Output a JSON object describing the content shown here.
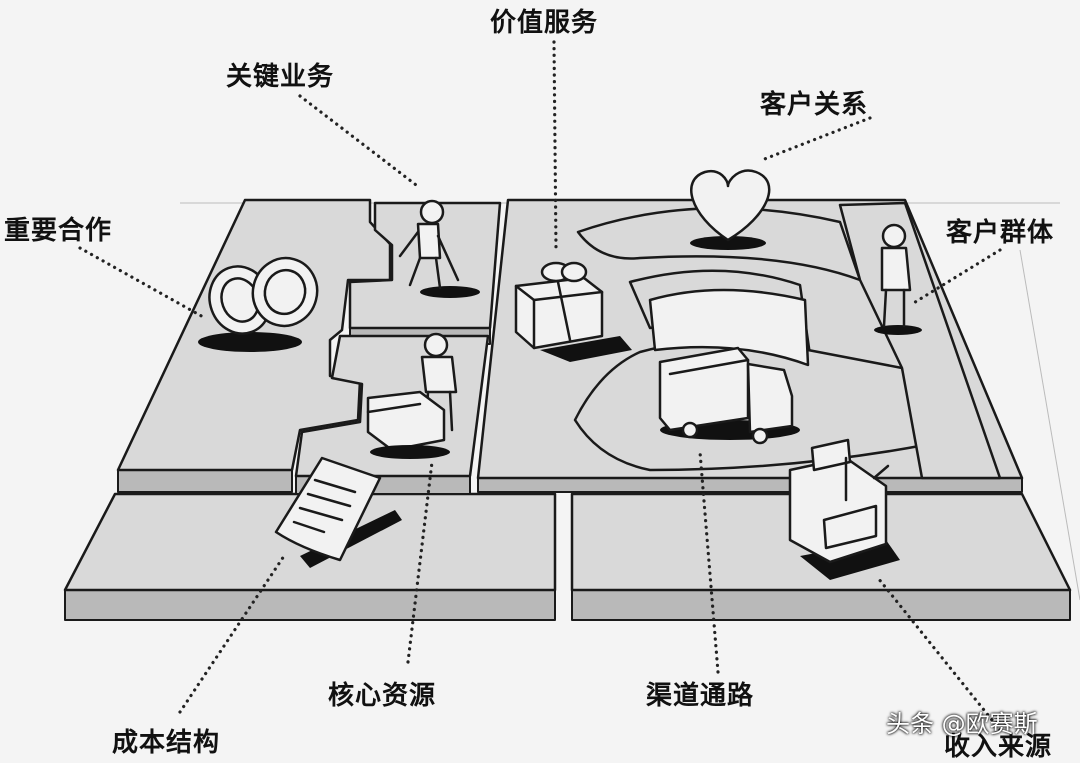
{
  "labels": {
    "value_propositions": "价值服务",
    "key_activities": "关键业务",
    "customer_relationships": "客户关系",
    "key_partners": "重要合作",
    "customer_segments": "客户群体",
    "key_resources": "核心资源",
    "channels": "渠道通路",
    "cost_structure": "成本结构",
    "revenue_streams": "收入来源"
  },
  "watermark": "头条 @欧赛斯",
  "icons": {
    "key_partners": "interlocked-rings-icon",
    "key_activities": "person-digging-icon",
    "key_resources": "person-with-machine-icon",
    "value_propositions": "gift-box-icon",
    "customer_relationships": "heart-icon",
    "customer_segments": "standing-person-icon",
    "channels": "delivery-truck-icon",
    "cost_structure": "receipt-paper-icon",
    "revenue_streams": "cash-register-icon"
  },
  "colors": {
    "board_top": "#d9d9d9",
    "board_side": "#bdbdbd",
    "line": "#1a1a1a",
    "background": "#f4f4f4"
  }
}
